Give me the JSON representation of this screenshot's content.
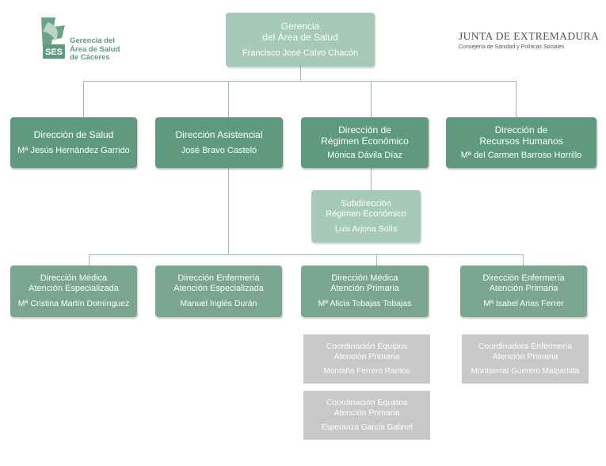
{
  "logo_left": {
    "mark": "SES",
    "name_lines": [
      "Gerencia del",
      "Área de Salud",
      "de Cáceres"
    ]
  },
  "logo_right": {
    "title": "JUNTA DE EXTREMADURA",
    "subtitle": "Consejería de Sanidad y Políticas Sociales"
  },
  "colors": {
    "dark_green": "#5f9a7f",
    "mid_green": "#7aa592",
    "light_green": "#a7c9b8",
    "gray": "#c8c8c8",
    "connector": "#9fbdb0"
  },
  "top": {
    "title_lines": [
      "Gerencia",
      "del Área de Salud"
    ],
    "person": "Francisco José Calvo Chacón"
  },
  "directions": [
    {
      "title_lines": [
        "Dirección de Salud"
      ],
      "person": "Mª Jesús Hernández Garrido"
    },
    {
      "title_lines": [
        "Dirección Asistencial"
      ],
      "person": "José Bravo Casteló"
    },
    {
      "title_lines": [
        "Dirección de",
        "Régimen Económico"
      ],
      "person": "Mónica Dávila Díaz"
    },
    {
      "title_lines": [
        "Dirección de",
        "Recursos Humanos"
      ],
      "person": "Mª del Carmen Barroso Horrillo"
    }
  ],
  "subdireccion": {
    "title_lines": [
      "Subdirección",
      "Régimen Económico"
    ],
    "person": "Luis Arjona Solís"
  },
  "assistance": [
    {
      "title_lines": [
        "Dirección Médica",
        "Atención Especializada"
      ],
      "person": "Mª Cristina Martín Domínguez"
    },
    {
      "title_lines": [
        "Dirección Enfermería",
        "Atención Especializada"
      ],
      "person": "Manuel Inglés Durán"
    },
    {
      "title_lines": [
        "Dirección Médica",
        "Atención Primaria"
      ],
      "person": "Mª Alicia Tobajas Tobajas"
    },
    {
      "title_lines": [
        "Dirección Enfermería",
        "Atención Primaria"
      ],
      "person": "Mª Isabel Arias Ferrer"
    }
  ],
  "coordination": [
    {
      "title_lines": [
        "Coordinación Equipos",
        "Atención Primaria"
      ],
      "person": "Montaña Ferrero Ramos"
    },
    {
      "title_lines": [
        "Coordinación Equipos",
        "Atención Primaria"
      ],
      "person": "Esperanza García Gabriel"
    },
    {
      "title_lines": [
        "Coordinadora Enfermería",
        "Atención Primaria"
      ],
      "person": "Montserrat Guerero Malpartida"
    }
  ]
}
